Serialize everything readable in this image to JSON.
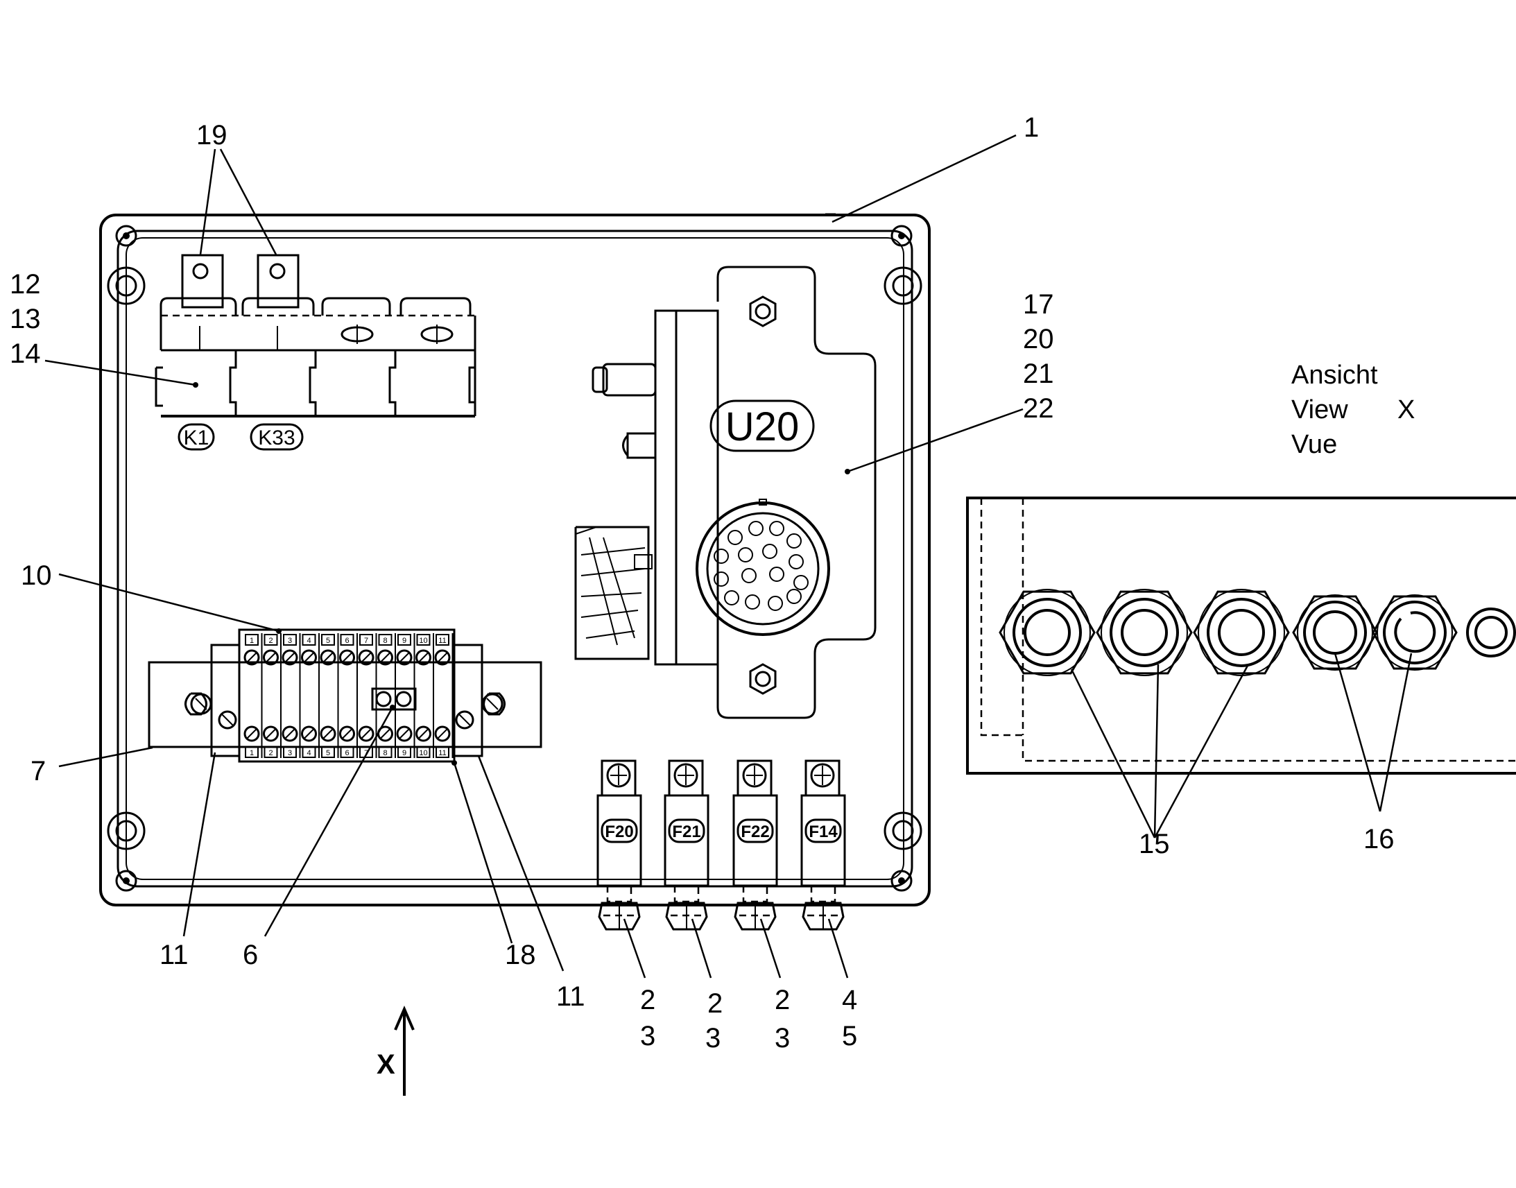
{
  "callouts": {
    "c1": "1",
    "c2a": "2",
    "c3a": "3",
    "c2b": "2",
    "c3b": "3",
    "c2c": "2",
    "c3c": "3",
    "c4": "4",
    "c5": "5",
    "c6": "6",
    "c7": "7",
    "c10": "10",
    "c11a": "11",
    "c11b": "11",
    "c12": "12",
    "c13": "13",
    "c14": "14",
    "c15": "15",
    "c16": "16",
    "c17": "17",
    "c18": "18",
    "c19": "19",
    "c20": "20",
    "c21": "21",
    "c22": "22"
  },
  "component_tags": {
    "relay_1": "K1",
    "relay_2": "K33",
    "module": "U20",
    "fuse_1": "F20",
    "fuse_2": "F21",
    "fuse_3": "F22",
    "fuse_4": "F14"
  },
  "terminal_numbers": [
    "1",
    "2",
    "3",
    "4",
    "5",
    "6",
    "7",
    "8",
    "9",
    "10",
    "11"
  ],
  "view": {
    "line1": "Ansicht",
    "line2": "View",
    "line3": "Vue",
    "letter": "X"
  },
  "arrow_label": "X"
}
